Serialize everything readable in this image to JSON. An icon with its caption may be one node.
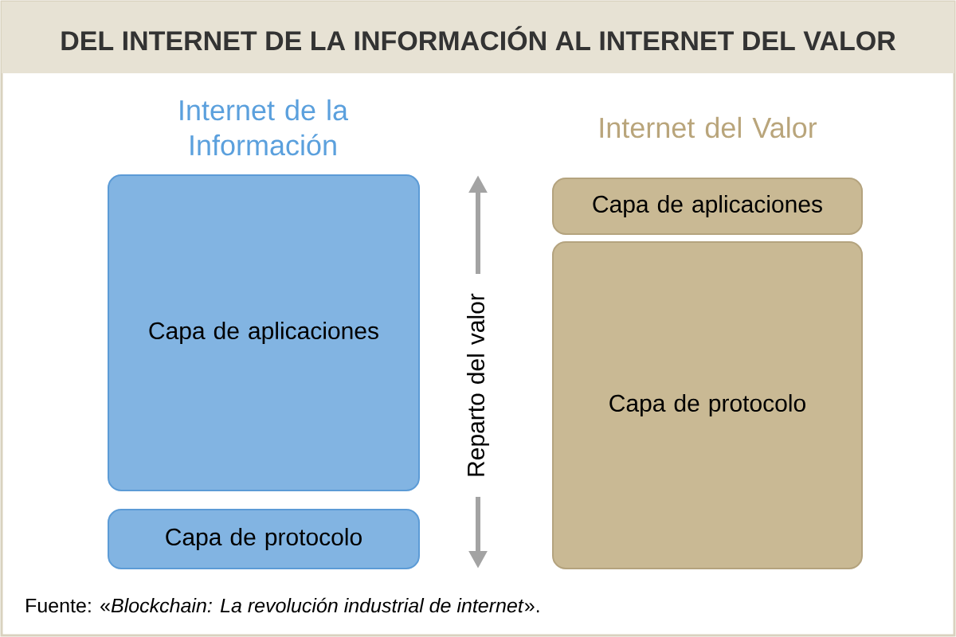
{
  "diagram": {
    "title": "DEL INTERNET DE LA INFORMACIÓN AL INTERNET DEL VALOR",
    "nodes": [
      {
        "text": [
          "Capa de aplicaciones"
        ]
      },
      {
        "text": [
          "Capa de protocolo"
        ]
      },
      {
        "text": [
          "Capa de aplicaciones"
        ]
      },
      {
        "text": [
          "Capa de protocolo"
        ]
      }
    ],
    "labels": [
      "Internet de la Información",
      "Internet del Valor",
      "Reparto del valor"
    ],
    "caption": "Fuente: «*Blockchain: La revolución industrial de internet*»."
  }
}
